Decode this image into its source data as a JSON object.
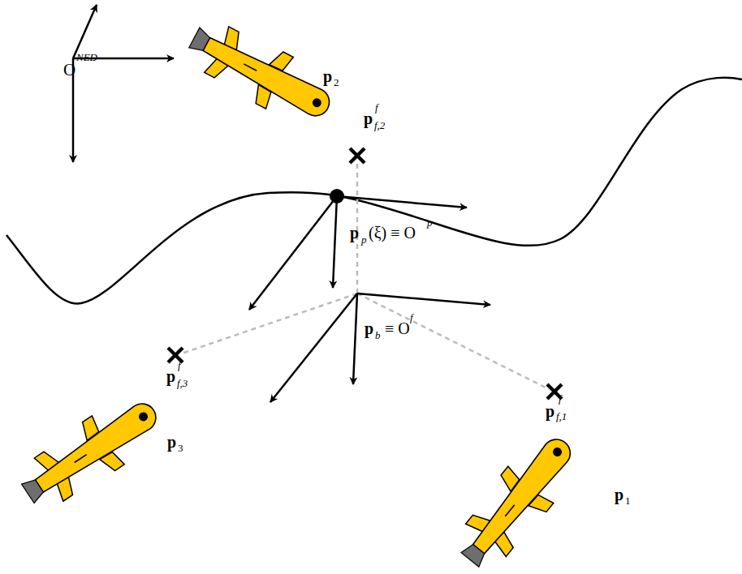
{
  "diagram": {
    "labels": [
      "O",
      "NED",
      "p",
      "2",
      "p",
      "f",
      "f,2",
      "p",
      "p",
      "(ξ) ≡ O",
      "p",
      "p",
      "b",
      "≡ O",
      "f",
      "p",
      "f",
      "f,3",
      "p",
      "f",
      "f,1",
      "p",
      "3",
      "p",
      "1"
    ]
  }
}
